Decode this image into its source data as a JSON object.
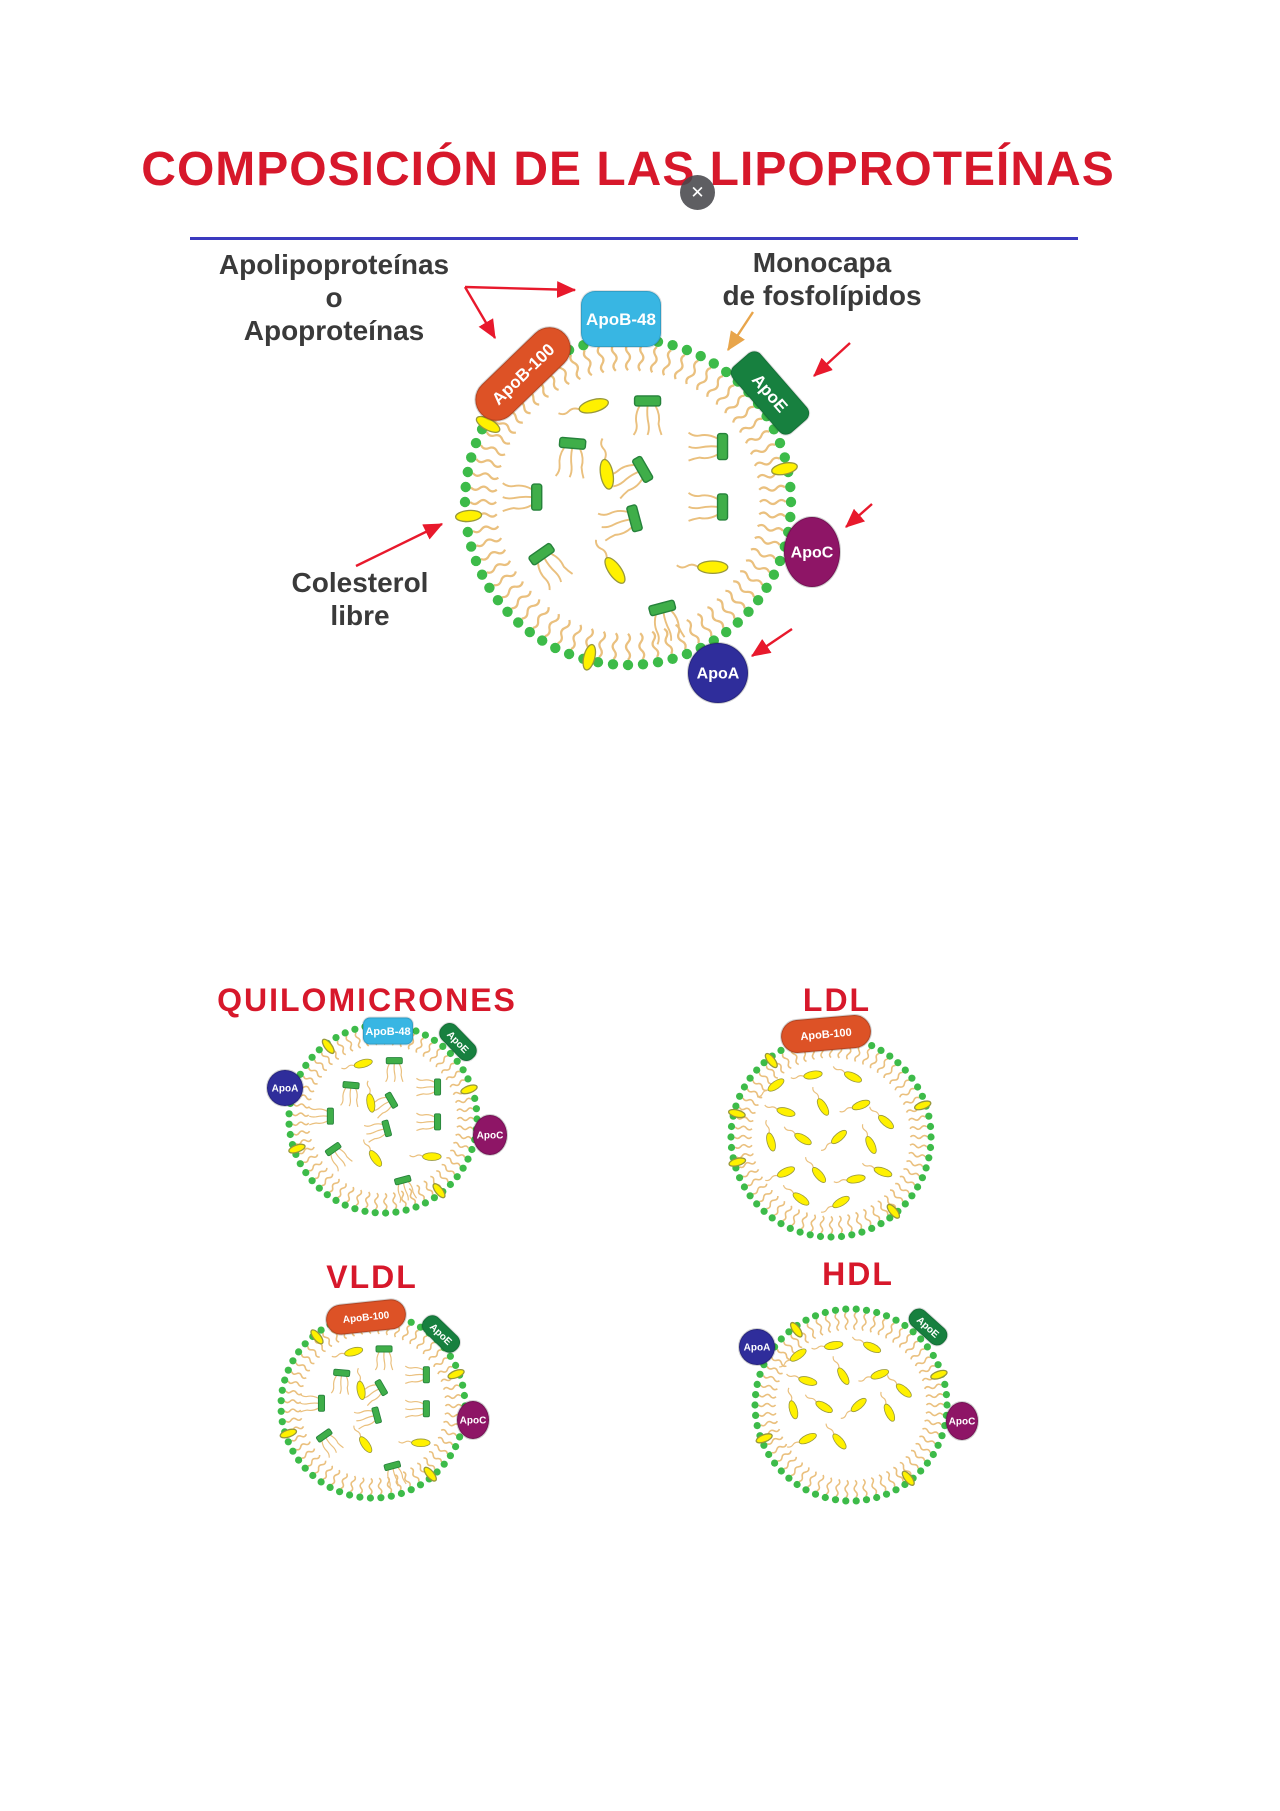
{
  "title": "COMPOSICIÓN DE LAS LIPOPROTEÍNAS",
  "close_label": "✕",
  "annotations": {
    "apolipoproteinas": {
      "lines": [
        "Apolipoproteínas",
        "o",
        "Apoproteínas"
      ]
    },
    "monocapa": {
      "lines": [
        "Monocapa",
        "de fosfolípidos"
      ]
    },
    "colesterol": {
      "lines": [
        "Colesterol",
        "libre"
      ]
    }
  },
  "proteins": {
    "apob100": "ApoB-100",
    "apob48": "ApoB-48",
    "apoe": "ApoE",
    "apoc": "ApoC",
    "apoa": "ApoA"
  },
  "sections": [
    {
      "id": "quilomicrones",
      "title": "QUILOMICRONES",
      "proteins": [
        "ApoB-48",
        "ApoE",
        "ApoA",
        "ApoC"
      ]
    },
    {
      "id": "ldl",
      "title": "LDL",
      "proteins": [
        "ApoB-100"
      ]
    },
    {
      "id": "vldl",
      "title": "VLDL",
      "proteins": [
        "ApoB-100",
        "ApoE",
        "ApoC"
      ]
    },
    {
      "id": "hdl",
      "title": "HDL",
      "proteins": [
        "ApoE",
        "ApoA",
        "ApoC"
      ]
    }
  ],
  "colors": {
    "title_red": "#D7182B",
    "divider_blue": "#3B3ABF",
    "label_dark": "#3A3A3A",
    "arrow_red": "#E8192C",
    "arrow_orange": "#E8A54B",
    "membrane_dot": "#3DBB49",
    "membrane_tail": "#EAC07E",
    "lipid_yellow": "#FFF100",
    "lipid_yellow_stroke": "#97973B",
    "ester_green": "#3FAE49",
    "ester_green_stroke": "#26823B",
    "apob100": "#DD5226",
    "apob48": "#38B6E3",
    "apoe": "#17803F",
    "apoc": "#8E1566",
    "apoa": "#2F2D9B",
    "close_bg": "#48484C"
  }
}
